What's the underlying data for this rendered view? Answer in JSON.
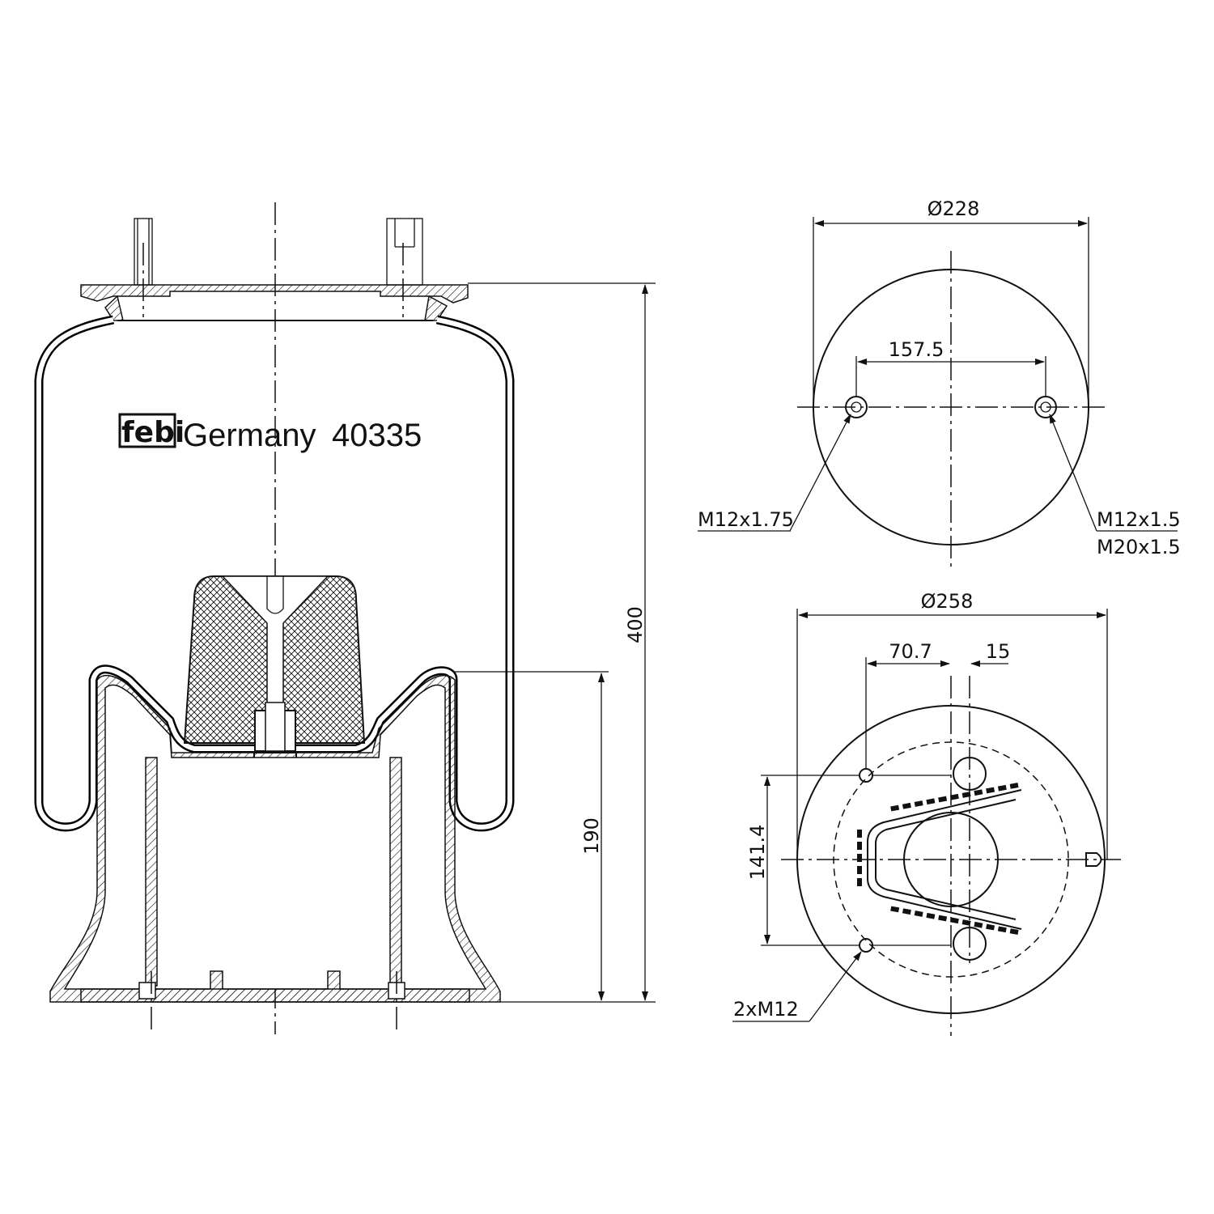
{
  "brand": {
    "logo": "febi",
    "origin": "Germany",
    "part_number": "40335"
  },
  "side_view": {
    "overall_height": "400",
    "piston_height": "190"
  },
  "top_plate_view": {
    "diameter": "Ø228",
    "stud_spacing": "157.5",
    "left_thread": "M12x1.75",
    "right_thread_1": "M12x1.5",
    "right_thread_2": "M20x1.5"
  },
  "bottom_piston_view": {
    "diameter": "Ø258",
    "offset_a": "70.7",
    "offset_b": "15",
    "hole_spacing": "141.4",
    "holes": "2xM12"
  }
}
